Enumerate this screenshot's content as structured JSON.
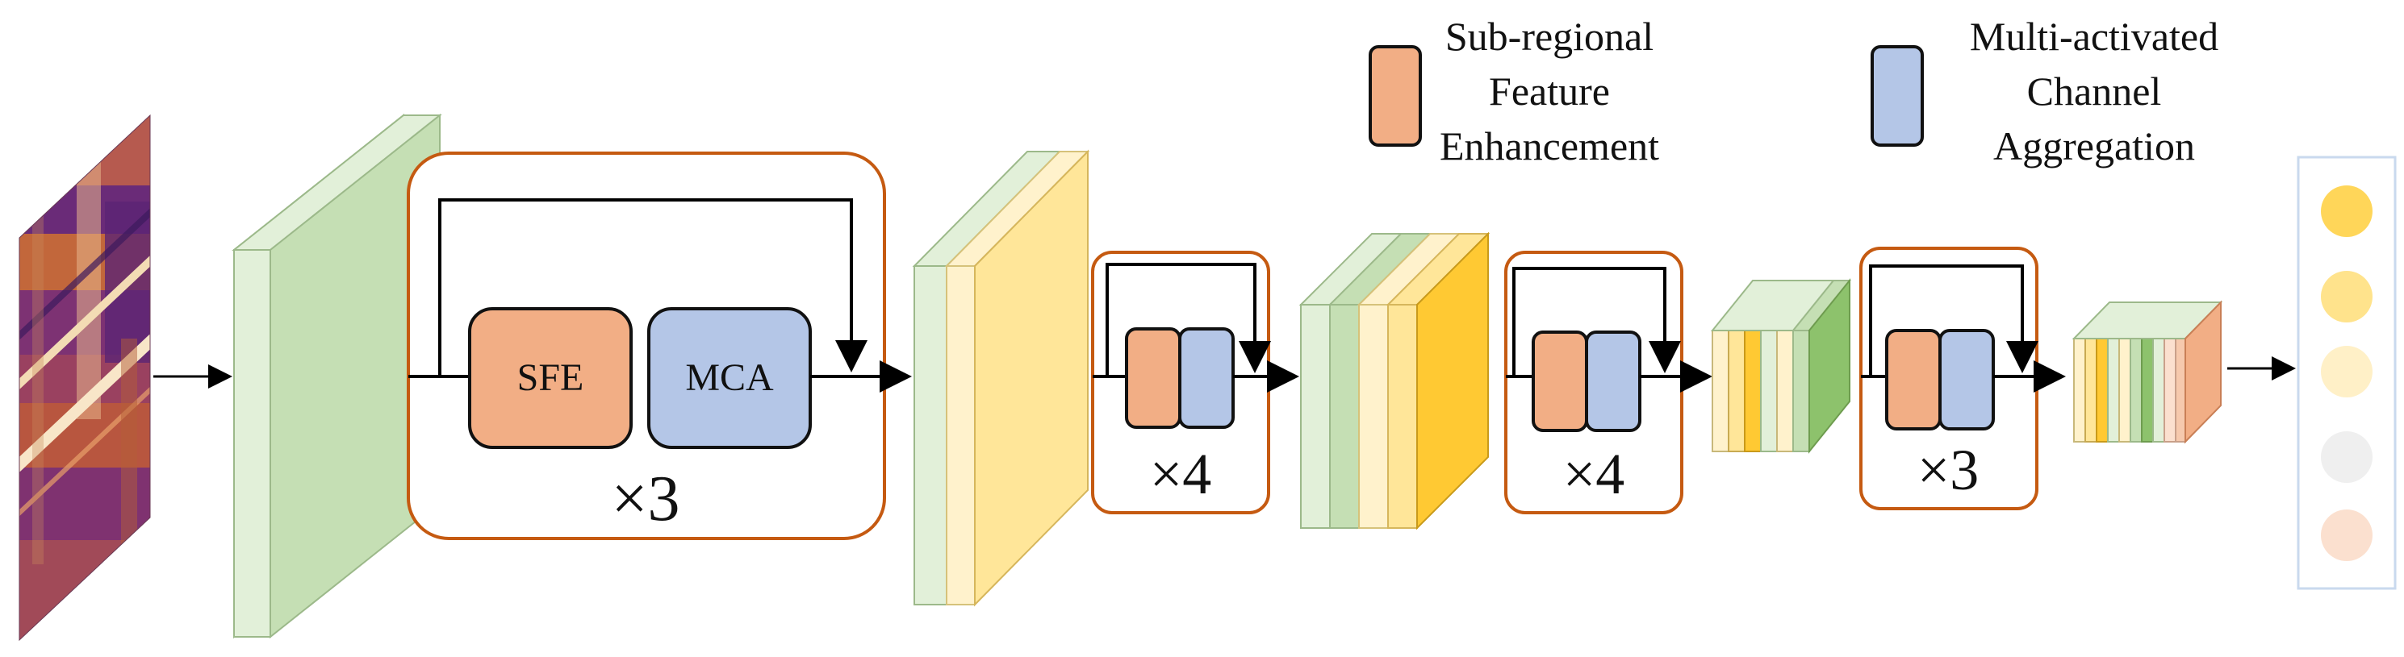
{
  "legend": {
    "sfe": {
      "lines": [
        "Sub-regional",
        "Feature",
        "Enhancement"
      ],
      "color": "#F2AE85"
    },
    "mca": {
      "lines": [
        "Multi-activated",
        "Channel",
        "Aggregation"
      ],
      "color": "#B4C6E7"
    }
  },
  "blocks": {
    "sfe_label": "SFE",
    "mca_label": "MCA",
    "repeat_1": "×3",
    "repeat_2": "×4",
    "repeat_3": "×4",
    "repeat_4": "×3"
  },
  "colors": {
    "frame": "#C55A11",
    "green": "#C5DFB4",
    "green_light": "#E2F0D9",
    "yellow": "#FFE699",
    "yellow_light": "#FFF2CC",
    "gold": "#FFC933",
    "output_border": "#C9D9EE",
    "output_dots": [
      "#FFD659",
      "#FFE38C",
      "#FFF0C7",
      "#EFEFEF",
      "#FBE0CF"
    ]
  }
}
